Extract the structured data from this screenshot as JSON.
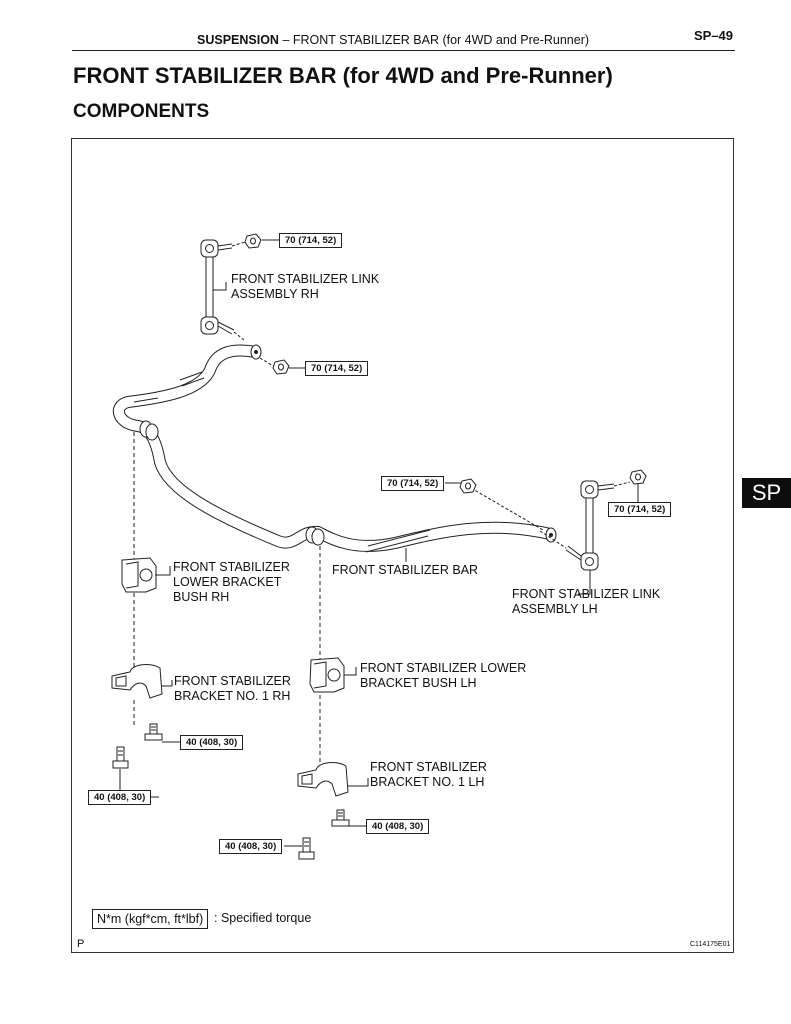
{
  "header": {
    "section": "SUSPENSION",
    "separator": "–",
    "topic": "FRONT STABILIZER BAR (for 4WD and Pre-Runner)",
    "page": "SP–49"
  },
  "title": "FRONT STABILIZER BAR (for 4WD and Pre-Runner)",
  "subtitle": "COMPONENTS",
  "side_tab": "SP",
  "parts": {
    "link_rh": "FRONT STABILIZER LINK\nASSEMBLY RH",
    "lower_bush_rh": "FRONT STABILIZER\nLOWER BRACKET\nBUSH RH",
    "bar": "FRONT STABILIZER BAR",
    "link_lh": "FRONT STABILIZER LINK\nASSEMBLY LH",
    "lower_bush_lh": "FRONT STABILIZER LOWER\nBRACKET BUSH LH",
    "bracket_rh": "FRONT STABILIZER\nBRACKET NO. 1 RH",
    "bracket_lh": "FRONT STABILIZER\nBRACKET NO. 1 LH"
  },
  "torques": {
    "link_rh_upper": "70 (714, 52)",
    "link_rh_lower": "70 (714, 52)",
    "link_lh_lower": "70 (714, 52)",
    "link_lh_upper": "70 (714, 52)",
    "bracket_rh_bolt_a": "40 (408, 30)",
    "bracket_rh_bolt_b": "40 (408, 30)",
    "bracket_lh_bolt_a": "40 (408, 30)",
    "bracket_lh_bolt_b": "40 (408, 30)"
  },
  "legend": {
    "unit_box": "N*m (kgf*cm, ft*lbf)",
    "text": ": Specified torque"
  },
  "corner_mark": "P",
  "figure_code": "C114175E01"
}
